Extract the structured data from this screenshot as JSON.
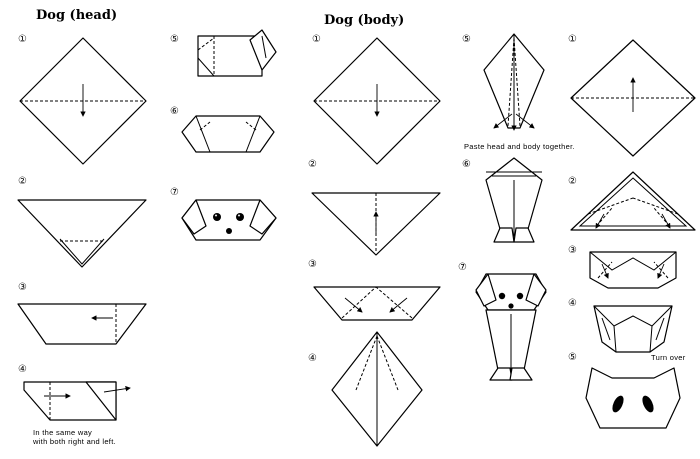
{
  "titles": {
    "head": "Dog (head)",
    "body": "Dog (body)"
  },
  "steps": {
    "head": [
      "①",
      "②",
      "③",
      "④",
      "⑤",
      "⑥",
      "⑦"
    ],
    "body": [
      "①",
      "②",
      "③",
      "④",
      "⑤",
      "⑥",
      "⑦"
    ],
    "face": [
      "①",
      "②",
      "③",
      "④",
      "⑤"
    ]
  },
  "notes": {
    "same_way_line1": "In the same way",
    "same_way_line2": "with both right and left.",
    "paste": "Paste head and body together.",
    "turn_over": "Turn over"
  }
}
